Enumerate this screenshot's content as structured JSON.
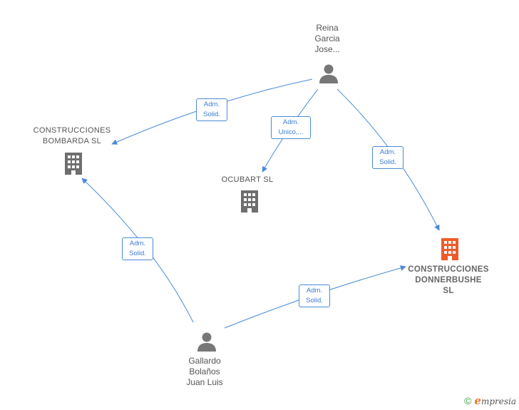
{
  "colors": {
    "edge": "#4a8ad6",
    "person": "#777777",
    "company": "#6e6e6e",
    "company_highlight": "#f05a28"
  },
  "nodes": {
    "reina": {
      "label": "Reina\nGarcia\nJose...",
      "icon": "person-icon"
    },
    "gallardo": {
      "label": "Gallardo\nBolaños\nJuan Luis",
      "icon": "person-icon"
    },
    "bombarda": {
      "label": "CONSTRUCCIONES\nBOMBARDA  SL",
      "icon": "building-icon"
    },
    "ocubart": {
      "label": "OCUBART  SL",
      "icon": "building-icon"
    },
    "donnerbushe": {
      "label": "CONSTRUCCIONES\nDONNERBUSHE\nSL",
      "icon": "building-icon"
    }
  },
  "edges": [
    {
      "id": "reina-bombarda",
      "label": "Adm.\nSolid."
    },
    {
      "id": "reina-ocubart",
      "label": "Adm.\nUnico,..."
    },
    {
      "id": "reina-donnerbushe",
      "label": "Adm.\nSolid."
    },
    {
      "id": "gallardo-bombarda",
      "label": "Adm.\nSolid."
    },
    {
      "id": "gallardo-donnerbushe",
      "label": "Adm.\nSolid."
    }
  ],
  "footer": {
    "copyright": "©",
    "brand_initial": "e",
    "brand_rest": "mpresia"
  }
}
